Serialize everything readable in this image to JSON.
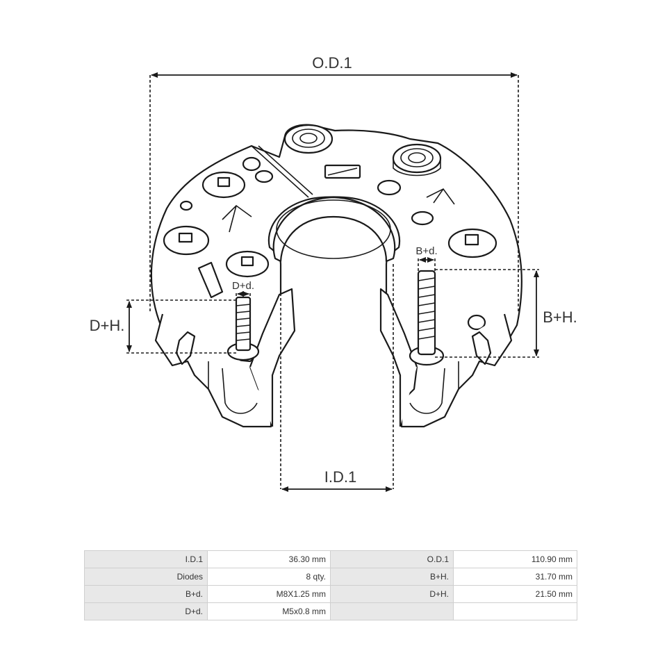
{
  "dimensions": {
    "od1": "O.D.1",
    "id1": "I.D.1",
    "dh": "D+H.",
    "bh": "B+H.",
    "dd": "D+d.",
    "bd": "B+d."
  },
  "specs": [
    {
      "label": "I.D.1",
      "value": "36.30 mm",
      "label2": "O.D.1",
      "value2": "110.90 mm"
    },
    {
      "label": "Diodes",
      "value": "8 qty.",
      "label2": "B+H.",
      "value2": "31.70 mm"
    },
    {
      "label": "B+d.",
      "value": "M8X1.25 mm",
      "label2": "D+H.",
      "value2": "21.50 mm"
    },
    {
      "label": "D+d.",
      "value": "M5x0.8 mm",
      "label2": "",
      "value2": ""
    }
  ]
}
